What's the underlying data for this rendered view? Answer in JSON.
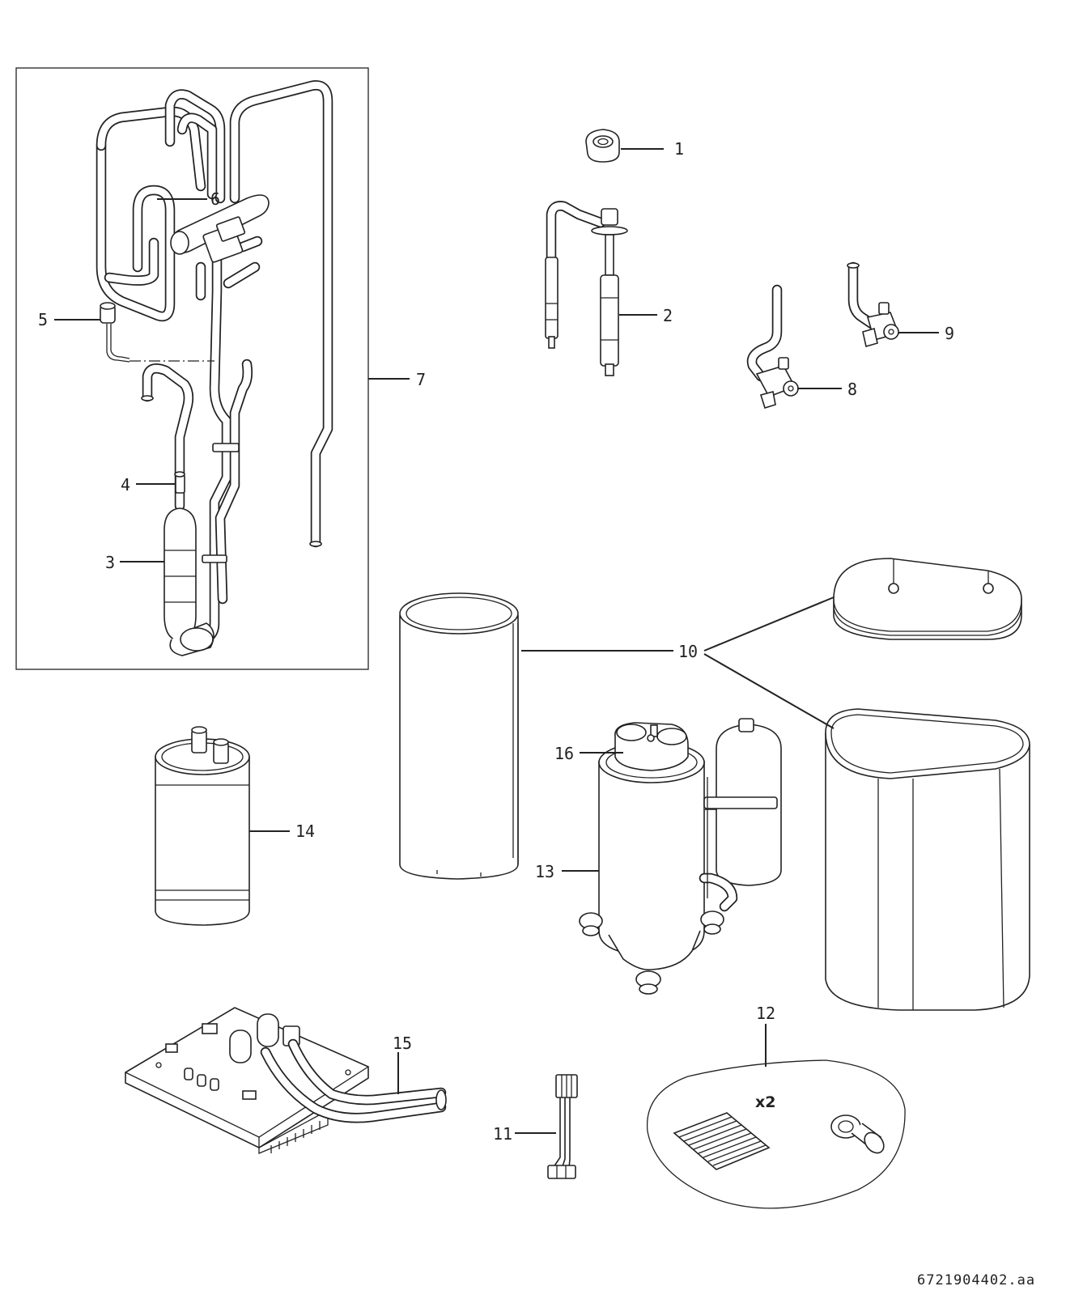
{
  "callouts": {
    "c1": "1",
    "c2": "2",
    "c3": "3",
    "c4": "4",
    "c5": "5",
    "c6": "6",
    "c7": "7",
    "c8": "8",
    "c9": "9",
    "c10": "10",
    "c11": "11",
    "c12": "12",
    "c13": "13",
    "c14": "14",
    "c15": "15",
    "c16": "16"
  },
  "kit_quantity": "x2",
  "document_code": "6721904402.aa"
}
